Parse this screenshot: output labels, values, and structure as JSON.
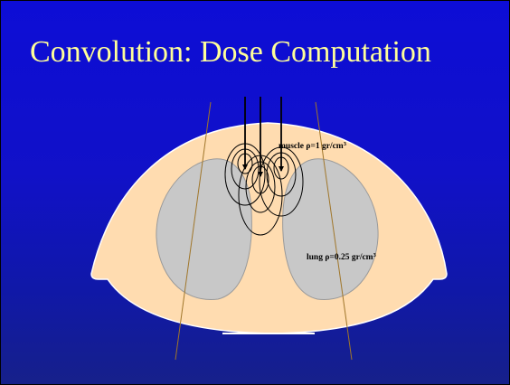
{
  "title": "Convolution: Dose Computation",
  "labels": {
    "muscle_prefix": "muscle ",
    "muscle_value": "=1 gr/cm",
    "lung_prefix": "lung ",
    "lung_value": "=0.25 gr/cm",
    "rho": "ρ",
    "cube": "3"
  },
  "colors": {
    "background_top": "#0d0dd6",
    "background_bottom": "#16208a",
    "title": "#ffff99",
    "body": "#ffdcb0",
    "lung": "#c8c8c8",
    "beam_edge": "#a0762a",
    "kernel": "#000000"
  }
}
